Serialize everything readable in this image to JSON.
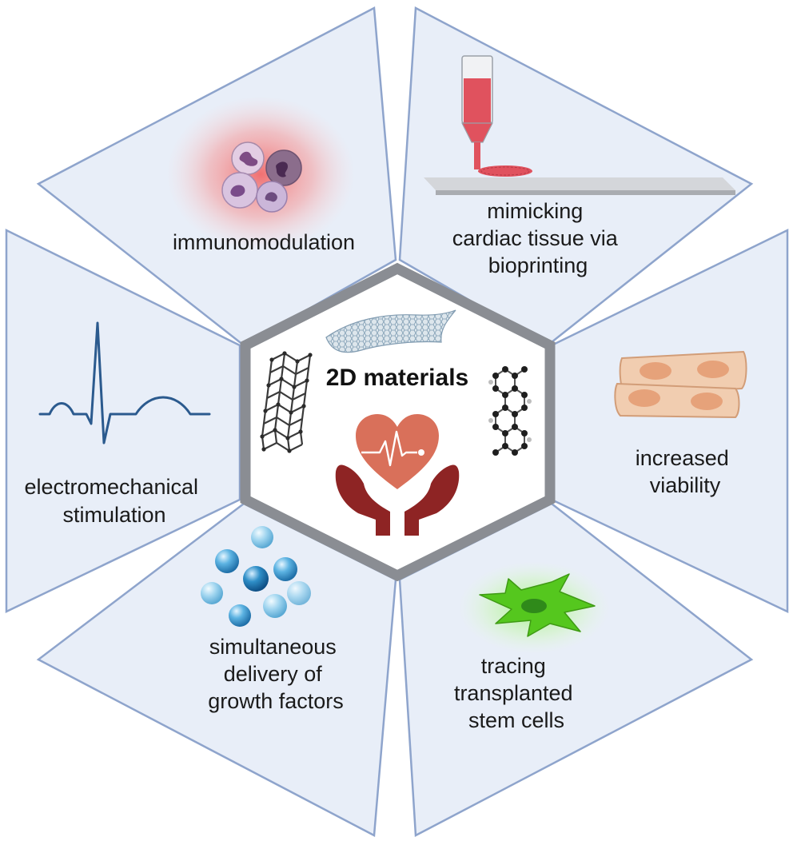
{
  "center": {
    "title": "2D materials"
  },
  "panels": [
    {
      "id": "immunomodulation",
      "lines": [
        "immunomodulation"
      ]
    },
    {
      "id": "bioprinting",
      "lines": [
        "mimicking",
        "cardiac tissue via",
        "bioprinting"
      ]
    },
    {
      "id": "viability",
      "lines": [
        "increased",
        "viability"
      ]
    },
    {
      "id": "tracing",
      "lines": [
        "tracing",
        "transplanted",
        "stem cells"
      ]
    },
    {
      "id": "growth-factors",
      "lines": [
        "simultaneous",
        "delivery of",
        "growth factors"
      ]
    },
    {
      "id": "electromechanical",
      "lines": [
        "electromechanical",
        "stimulation"
      ]
    }
  ],
  "colors": {
    "panel_fill": "#e8eef8",
    "panel_stroke": "#8ea4cc",
    "hex_frame": "#8a8d93",
    "heart": "#d9705a",
    "hands": "#8e2424",
    "ecg": "#2b5a8e",
    "ink": "#5b2a2a",
    "bioink": "#e0525e",
    "cell_green": "#5fcf2a",
    "sphere": "#4aa6d6"
  },
  "icons": [
    "neutrophil-cells-icon",
    "bioprinter-icon",
    "cardiomyocytes-icon",
    "stem-cell-icon",
    "spheres-icon",
    "ecg-icon",
    "heart-hands-icon",
    "graphene-sheet-icon",
    "phosphorene-icon",
    "layered-lattice-icon"
  ]
}
